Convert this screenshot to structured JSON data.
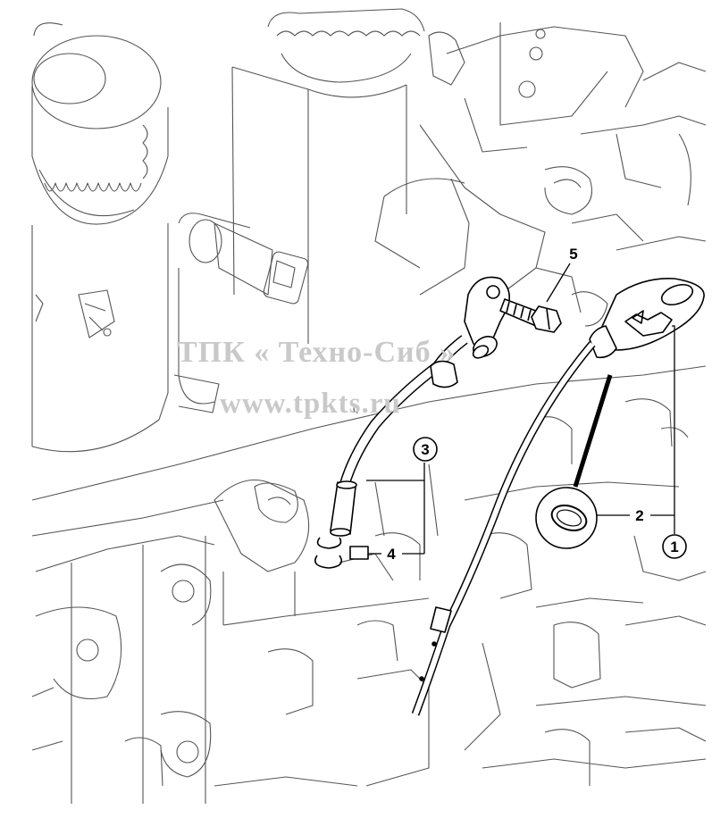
{
  "watermark": {
    "line1": "ТПК « Техно-Сиб »",
    "line2": "www.tpkts.ru"
  },
  "callouts": [
    {
      "id": "c1",
      "label": "1"
    },
    {
      "id": "c2",
      "label": "2"
    },
    {
      "id": "c3",
      "label": "3"
    },
    {
      "id": "c4",
      "label": "4"
    },
    {
      "id": "c5",
      "label": "5"
    }
  ],
  "colors": {
    "line": "#000000",
    "background_lines": "#555555",
    "watermark": "#c9c9c9"
  }
}
